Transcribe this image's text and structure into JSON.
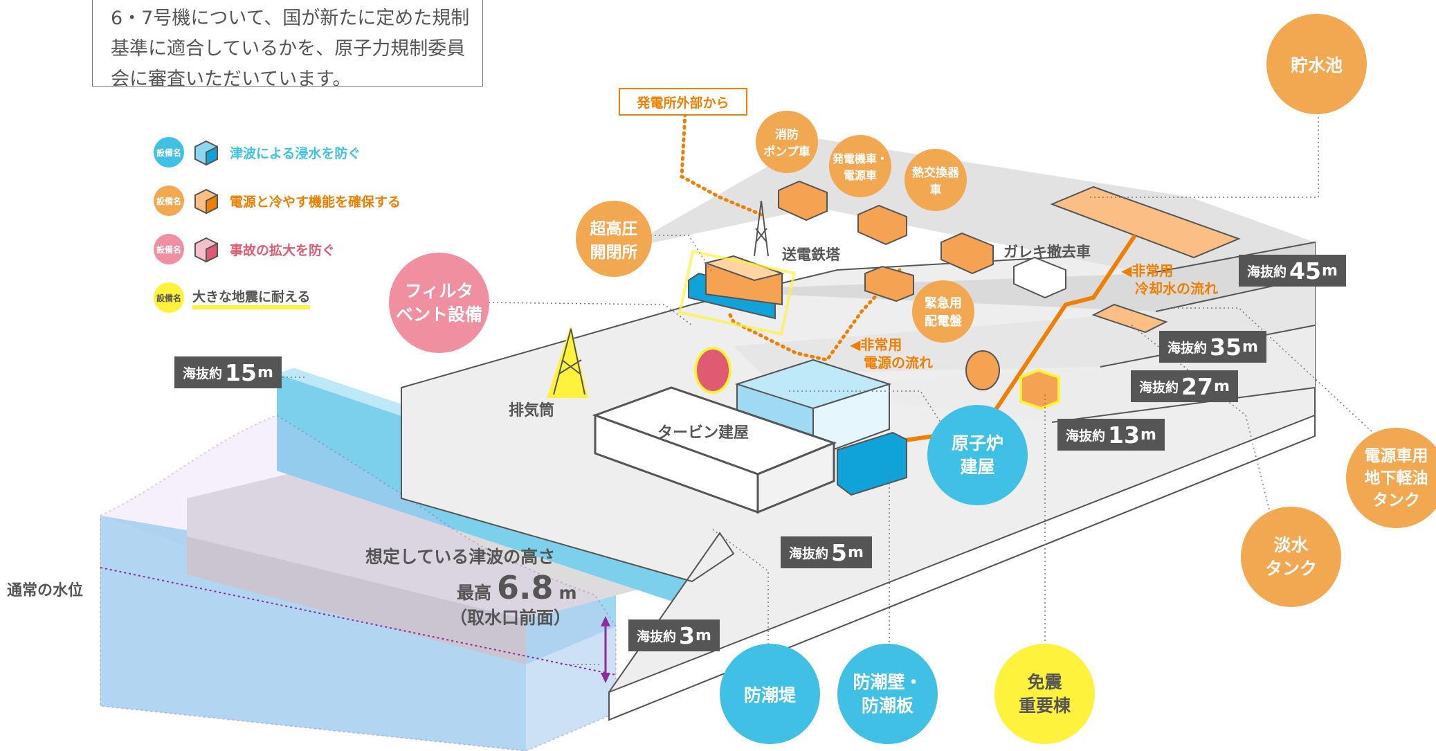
{
  "intro": {
    "line1": "6・7号機について、国が新たに定めた規制",
    "line2": "基準に適合しているかを、原子力規制委員",
    "line3": "会に審査いただいています。"
  },
  "legend": {
    "badge": "設備名",
    "items": [
      {
        "text": "津波による浸水を防ぐ",
        "color": "#3fc0e4"
      },
      {
        "text": "電源と冷やす機能を確保する",
        "color": "#ee7f00"
      },
      {
        "text": "事故の拡大を防ぐ",
        "color": "#e05a72"
      },
      {
        "text": "大きな地震に耐える",
        "color": "#555555"
      }
    ]
  },
  "labels": {
    "outside": "発電所外部から",
    "pump_truck": [
      "消防",
      "ポンプ車"
    ],
    "generator_truck": [
      "発電機車・",
      "電源車"
    ],
    "heat_exchanger": [
      "熱交換器",
      "車"
    ],
    "ultra_high_voltage": [
      "超高圧",
      "開閉所"
    ],
    "tower": "送電鉄塔",
    "rubble": "ガレキ撤去車",
    "emergency_panel": [
      "緊急用",
      "配電盤"
    ],
    "power_flow": [
      "◀非常用",
      "電源の流れ"
    ],
    "cooling_flow": [
      "◀非常用",
      "冷却水の流れ"
    ],
    "exhaust": "排気筒",
    "turbine": "タービン建屋",
    "normal_water": "通常の水位",
    "tsunami_title": "想定している津波の高さ",
    "tsunami_max_prefix": "最高",
    "tsunami_max_value": "6.8",
    "tsunami_max_unit": "m",
    "tsunami_place": "（取水口前面）"
  },
  "altitudes": {
    "prefix": "海抜約",
    "unit": "m",
    "values": [
      "15",
      "45",
      "35",
      "27",
      "13",
      "5",
      "3"
    ]
  },
  "circles": {
    "filter_vent": [
      "フィルタ",
      "ベント設備"
    ],
    "reactor": [
      "原子炉",
      "建屋"
    ],
    "seawall": [
      "防潮堤"
    ],
    "tide_wall": [
      "防潮壁・",
      "防潮板"
    ],
    "seismic": [
      "免震",
      "重要棟"
    ],
    "fresh_water": [
      "淡水",
      "タンク"
    ],
    "fuel_tank": [
      "電源車用",
      "地下軽油",
      "タンク"
    ],
    "reservoir": [
      "貯水池"
    ]
  }
}
